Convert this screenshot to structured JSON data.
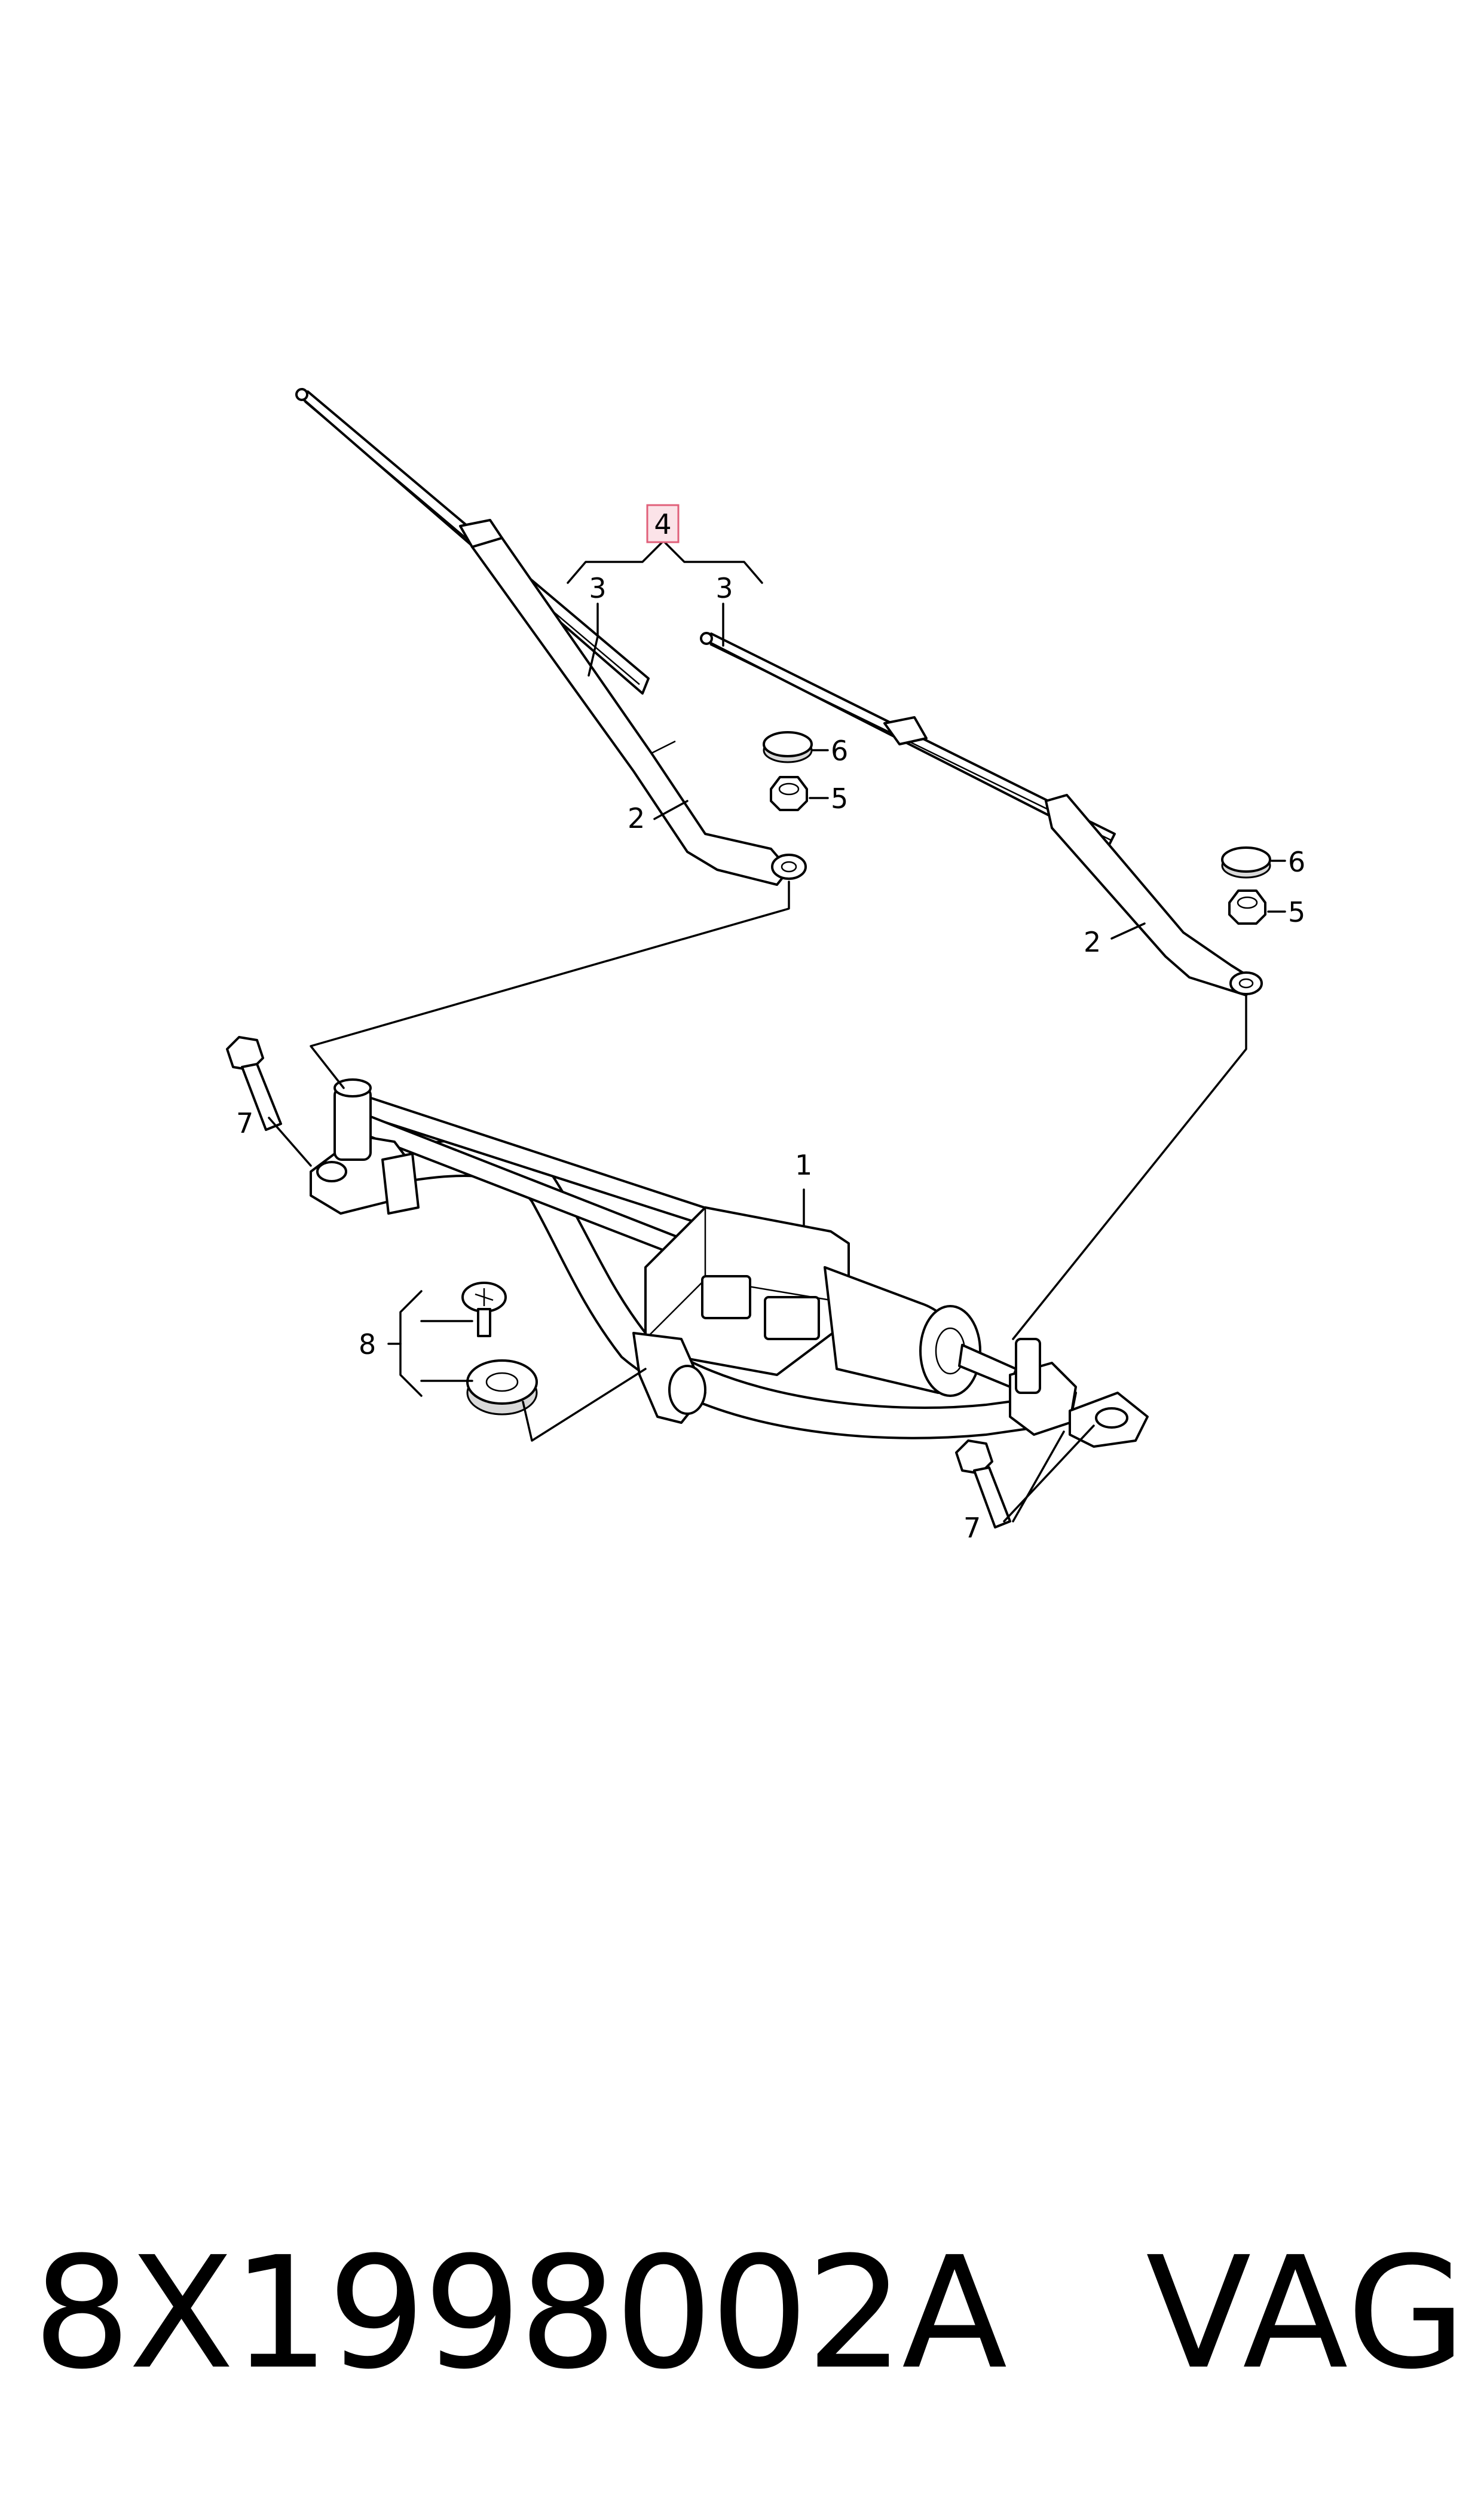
{
  "callouts": {
    "motor_linkage": "1",
    "wiper_arm_left": "2",
    "wiper_arm_right": "2",
    "wiper_blade_left": "3",
    "wiper_blade_right": "3",
    "blade_set": "4",
    "nut_left": "5",
    "nut_right": "5",
    "cap_left": "6",
    "cap_right": "6",
    "bolt_left": "7",
    "bolt_right": "7",
    "fastener_set": "8"
  },
  "colors": {
    "line": "#000000",
    "highlight_border": "#e0607a",
    "highlight_fill": "#fbe3e8",
    "background": "#ffffff"
  },
  "footer": {
    "part_number": "8X1998002A",
    "brand": "VAG"
  }
}
